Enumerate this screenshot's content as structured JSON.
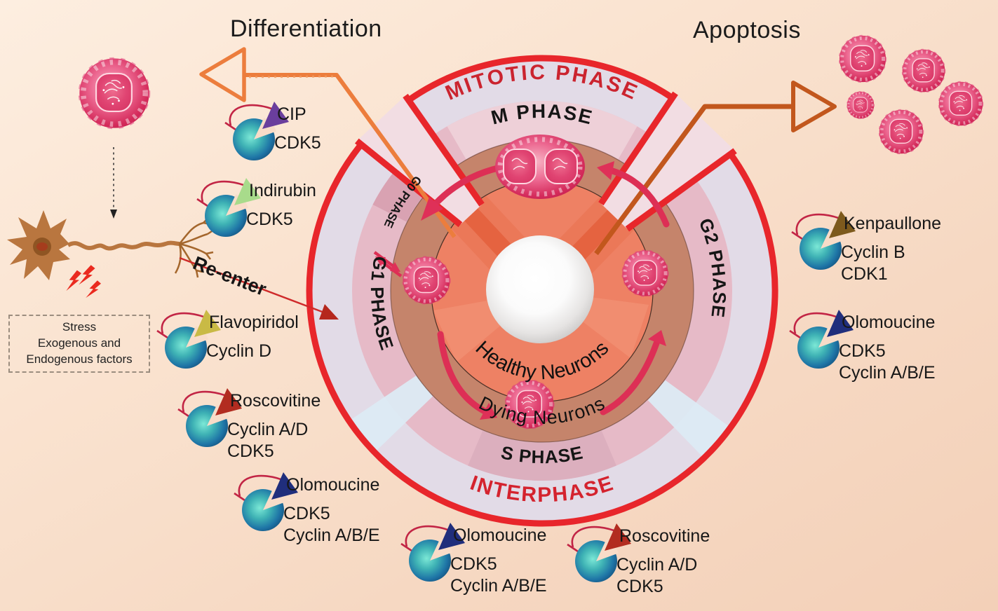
{
  "colors": {
    "background": "#f8dcc8",
    "cycle_border_red": "#e8262b",
    "mitotic_text_red": "#cb242f",
    "interphase_text_red": "#d4232e",
    "outer_ring_lavender": "#e2dbe7",
    "phase_ring_pink": "#e6bac7",
    "dying_ring_salmon": "#c5846b",
    "inner_circle_orange": "#ee8164",
    "differentiation_arrow_orange": "#ec7d3d",
    "apoptosis_arrow_brown": "#c2571d",
    "reenter_arrow_red": "#cf2a2a",
    "cycle_arrow_crimson": "#dd2f55",
    "inhibition_arc_red": "#c22545",
    "cdk_sphere_blue": "#1e74a6"
  },
  "labels": {
    "differentiation": "Differentiation",
    "apoptosis": "Apoptosis",
    "re_enter": "Re-enter",
    "stress": [
      "Stress",
      "Exogenous and",
      "Endogenous factors"
    ]
  },
  "cycle": {
    "mitotic_phase": "MITOTIC PHASE",
    "m_phase": "M PHASE",
    "interphase": "INTERPHASE",
    "s_phase": "S PHASE",
    "g0_phase": "G0 PHASE",
    "g1_phase": "G1 PHASE",
    "g2_phase": "G2 PHASE",
    "healthy_neurons": "Healthy Neurons",
    "dying_neurons": "Dying Neurons"
  },
  "inhibitors": [
    {
      "name": "CIP",
      "line1": "CDK5",
      "line2": "",
      "color": "#6a3e9d"
    },
    {
      "name": "Indirubin",
      "line1": "CDK5",
      "line2": "",
      "color": "#a8db8b"
    },
    {
      "name": "Flavopiridol",
      "line1": "Cyclin D",
      "line2": "",
      "color": "#c9ba45"
    },
    {
      "name": "Roscovitine",
      "line1": "Cyclin A/D",
      "line2": "CDK5",
      "color": "#b22c20"
    },
    {
      "name": "Olomoucine",
      "line1": "CDK5",
      "line2": "Cyclin A/B/E",
      "color": "#202e7c"
    },
    {
      "name": "Olomoucine",
      "line1": "CDK5",
      "line2": "Cyclin A/B/E",
      "color": "#202e7c"
    },
    {
      "name": "Roscovitine",
      "line1": "Cyclin A/D",
      "line2": "CDK5",
      "color": "#b22c20"
    },
    {
      "name": "Kenpaullone",
      "line1": "Cyclin B",
      "line2": "CDK1",
      "color": "#7d5a1d"
    },
    {
      "name": "Olomoucine",
      "line1": "CDK5",
      "line2": "Cyclin A/B/E",
      "color": "#202e7c"
    }
  ]
}
